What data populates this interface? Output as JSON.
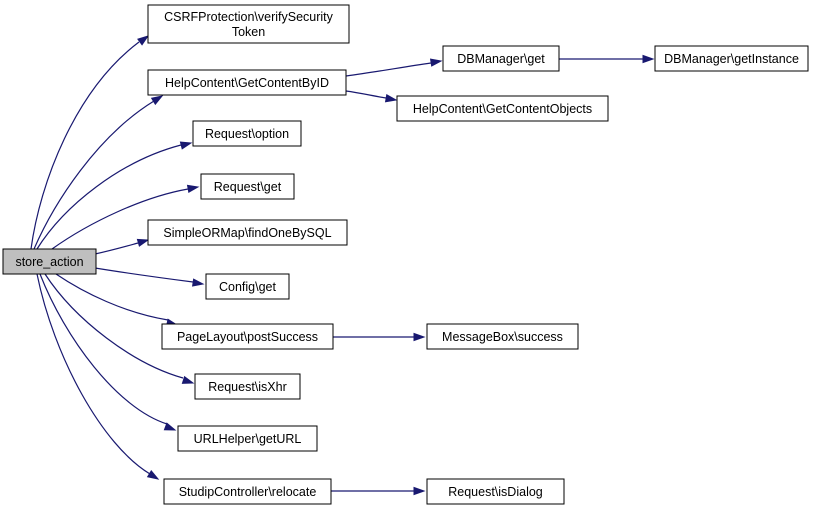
{
  "diagram": {
    "colors": {
      "edge": "#191970",
      "root_fill": "#bfbfbf",
      "node_fill": "#ffffff",
      "border": "#000000"
    },
    "nodes": [
      {
        "id": "store_action",
        "lines": [
          "store_action"
        ],
        "root": true
      },
      {
        "id": "csrf",
        "lines": [
          "CSRFProtection\\verifySecurity",
          "Token"
        ]
      },
      {
        "id": "helpcontent_get",
        "lines": [
          "HelpContent\\GetContentByID"
        ]
      },
      {
        "id": "dbmanager_get",
        "lines": [
          "DBManager\\get"
        ]
      },
      {
        "id": "dbmanager_instance",
        "lines": [
          "DBManager\\getInstance"
        ]
      },
      {
        "id": "helpcontent_objects",
        "lines": [
          "HelpContent\\GetContentObjects"
        ]
      },
      {
        "id": "request_option",
        "lines": [
          "Request\\option"
        ]
      },
      {
        "id": "request_get",
        "lines": [
          "Request\\get"
        ]
      },
      {
        "id": "simpleormap",
        "lines": [
          "SimpleORMap\\findOneBySQL"
        ]
      },
      {
        "id": "config_get",
        "lines": [
          "Config\\get"
        ]
      },
      {
        "id": "pagelayout",
        "lines": [
          "PageLayout\\postSuccess"
        ]
      },
      {
        "id": "messagebox",
        "lines": [
          "MessageBox\\success"
        ]
      },
      {
        "id": "request_isxhr",
        "lines": [
          "Request\\isXhr"
        ]
      },
      {
        "id": "urlhelper",
        "lines": [
          "URLHelper\\getURL"
        ]
      },
      {
        "id": "studip_relocate",
        "lines": [
          "StudipController\\relocate"
        ]
      },
      {
        "id": "request_isdialog",
        "lines": [
          "Request\\isDialog"
        ]
      }
    ],
    "edges": [
      {
        "from": "store_action",
        "to": "csrf"
      },
      {
        "from": "store_action",
        "to": "helpcontent_get"
      },
      {
        "from": "store_action",
        "to": "request_option"
      },
      {
        "from": "store_action",
        "to": "request_get"
      },
      {
        "from": "store_action",
        "to": "simpleormap"
      },
      {
        "from": "store_action",
        "to": "config_get"
      },
      {
        "from": "store_action",
        "to": "pagelayout"
      },
      {
        "from": "store_action",
        "to": "request_isxhr"
      },
      {
        "from": "store_action",
        "to": "urlhelper"
      },
      {
        "from": "store_action",
        "to": "studip_relocate"
      },
      {
        "from": "helpcontent_get",
        "to": "dbmanager_get"
      },
      {
        "from": "helpcontent_get",
        "to": "helpcontent_objects"
      },
      {
        "from": "dbmanager_get",
        "to": "dbmanager_instance"
      },
      {
        "from": "pagelayout",
        "to": "messagebox"
      },
      {
        "from": "studip_relocate",
        "to": "request_isdialog"
      }
    ]
  }
}
